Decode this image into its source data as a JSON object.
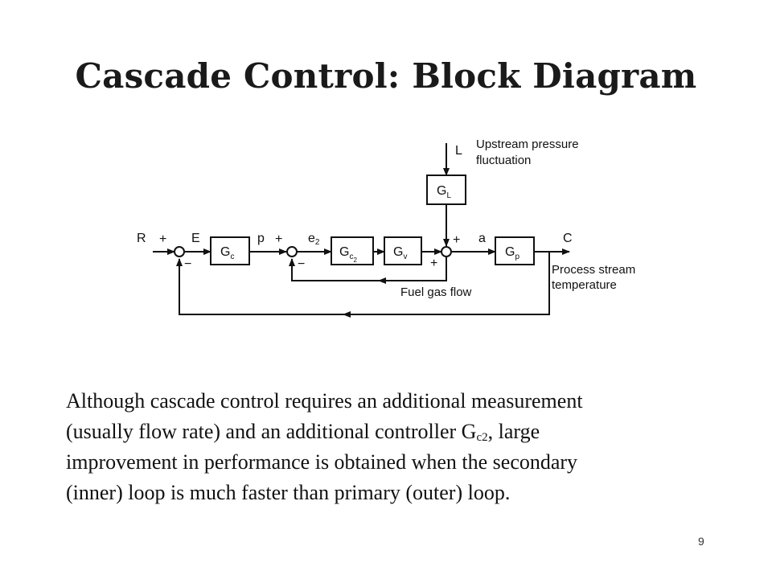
{
  "title": "Cascade Control: Block Diagram",
  "diagram": {
    "blocks": {
      "gc": {
        "main": "G",
        "sub": "c"
      },
      "gc2": {
        "main": "G",
        "sub": "c",
        "subsub": "2"
      },
      "gv": {
        "main": "G",
        "sub": "v"
      },
      "gp": {
        "main": "G",
        "sub": "p"
      },
      "gl": {
        "main": "G",
        "sub": "L"
      }
    },
    "signals": {
      "R": "R",
      "E": "E",
      "p": "p",
      "e2": {
        "main": "e",
        "sub": "2"
      },
      "a": "a",
      "C": "C",
      "L": "L"
    },
    "signs": {
      "plus": "+",
      "minus": "−"
    },
    "annotations": {
      "upstream_line1": "Upstream pressure",
      "upstream_line2": "fluctuation",
      "process_line1": "Process stream",
      "process_line2": "temperature",
      "fuel_gas": "Fuel gas flow"
    }
  },
  "body": {
    "line1": "Although cascade control requires an additional measurement",
    "line2_a": "(usually flow rate) and an additional controller G",
    "line2_sub": "c2",
    "line2_b": ", large",
    "line3": "improvement in performance is obtained when the secondary",
    "line4": "(inner) loop is much faster than primary (outer) loop."
  },
  "page_number": "9"
}
